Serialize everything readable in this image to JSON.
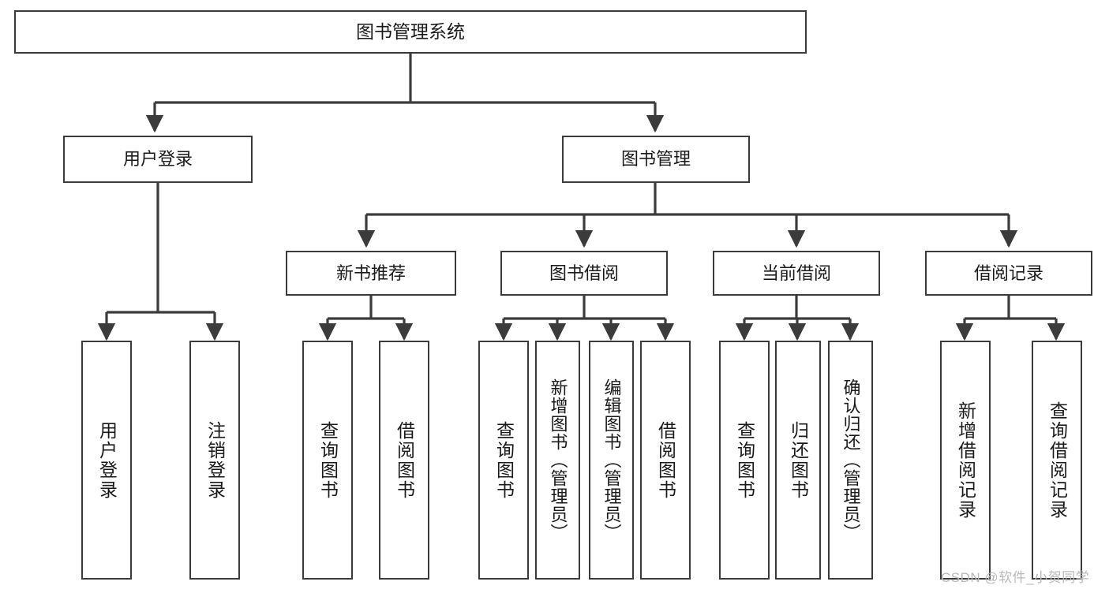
{
  "diagram": {
    "title": "图书管理系统",
    "background_color": "#ffffff",
    "line_color": "#3b3b3b",
    "text_color": "#1a1a1a",
    "levels": {
      "root": {
        "label": "图书管理系统"
      },
      "level2": [
        {
          "label": "用户登录"
        },
        {
          "label": "图书管理"
        }
      ],
      "level3": [
        {
          "label": "新书推荐"
        },
        {
          "label": "图书借阅"
        },
        {
          "label": "当前借阅"
        },
        {
          "label": "借阅记录"
        }
      ],
      "leaves": {
        "user_login": [
          {
            "label": "用户登录"
          },
          {
            "label": "注销登录"
          }
        ],
        "new_book_recommend": [
          {
            "label": "查询图书"
          },
          {
            "label": "借阅图书"
          }
        ],
        "book_borrow": [
          {
            "label": "查询图书"
          },
          {
            "label": "新增图书（管理员）"
          },
          {
            "label": "编辑图书（管理员）"
          },
          {
            "label": "借阅图书"
          }
        ],
        "current_borrow": [
          {
            "label": "查询图书"
          },
          {
            "label": "归还图书"
          },
          {
            "label": "确认归还（管理员）"
          }
        ],
        "borrow_record": [
          {
            "label": "新增借阅记录"
          },
          {
            "label": "查询借阅记录"
          }
        ]
      }
    }
  },
  "watermark": {
    "text": "CSDN @软件_小贺同学"
  }
}
